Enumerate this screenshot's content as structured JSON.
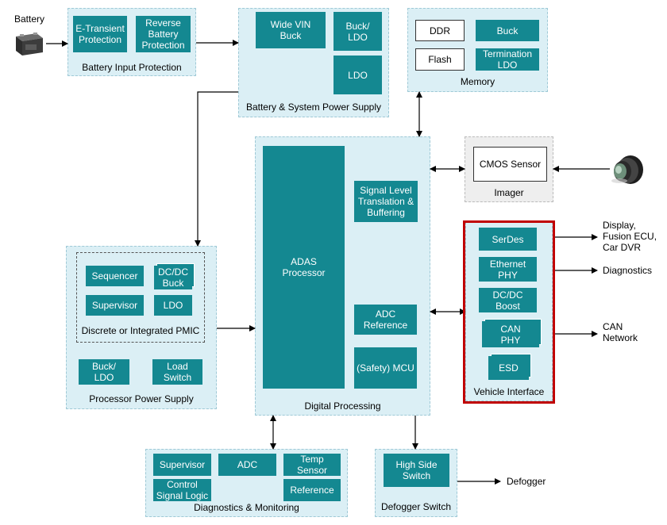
{
  "battery_label": "Battery",
  "battery_input": {
    "title": "Battery Input Protection",
    "etransient": "E-Transient\nProtection",
    "reverse": "Reverse\nBattery\nProtection"
  },
  "system_power": {
    "title": "Battery & System Power Supply",
    "wide_vin": "Wide VIN\nBuck",
    "buck_ldo": "Buck/\nLDO",
    "ldo": "LDO"
  },
  "memory": {
    "title": "Memory",
    "ddr": "DDR",
    "flash": "Flash",
    "buck": "Buck",
    "termination": "Termination\nLDO"
  },
  "imager": {
    "title": "Imager",
    "cmos": "CMOS Sensor"
  },
  "digital": {
    "title": "Digital Processing",
    "adas": "ADAS\nProcessor",
    "signal": "Signal Level\nTranslation &\nBuffering",
    "adc_ref": "ADC\nReference",
    "mcu": "(Safety) MCU"
  },
  "processor_power": {
    "title": "Processor Power Supply",
    "pmic_title": "Discrete or Integrated PMIC",
    "sequencer": "Sequencer",
    "dcdc_buck": "DC/DC\nBuck",
    "supervisor": "Supervisor",
    "ldo": "LDO",
    "buck_ldo": "Buck/\nLDO",
    "load_switch": "Load\nSwitch"
  },
  "vehicle": {
    "title": "Vehicle Interface",
    "serdes": "SerDes",
    "ethernet": "Ethernet\nPHY",
    "dcdc_boost": "DC/DC\nBoost",
    "can": "CAN\nPHY",
    "esd": "ESD"
  },
  "vehicle_outputs": {
    "display": "Display,\nFusion ECU,\nCar DVR",
    "diagnostics": "Diagnostics",
    "can_network": "CAN\nNetwork"
  },
  "diagnostics": {
    "title": "Diagnostics & Monitoring",
    "supervisor": "Supervisor",
    "adc": "ADC",
    "temp": "Temp\nSensor",
    "control": "Control\nSignal Logic",
    "reference": "Reference"
  },
  "defogger": {
    "title": "Defogger Switch",
    "high_side": "High Side\nSwitch",
    "output": "Defogger"
  },
  "colors": {
    "block": "#148891",
    "group_bg": "#dbeff5",
    "highlight": "#c00000"
  },
  "icons": {
    "battery": "battery-icon",
    "camera": "camera-lens-icon"
  }
}
